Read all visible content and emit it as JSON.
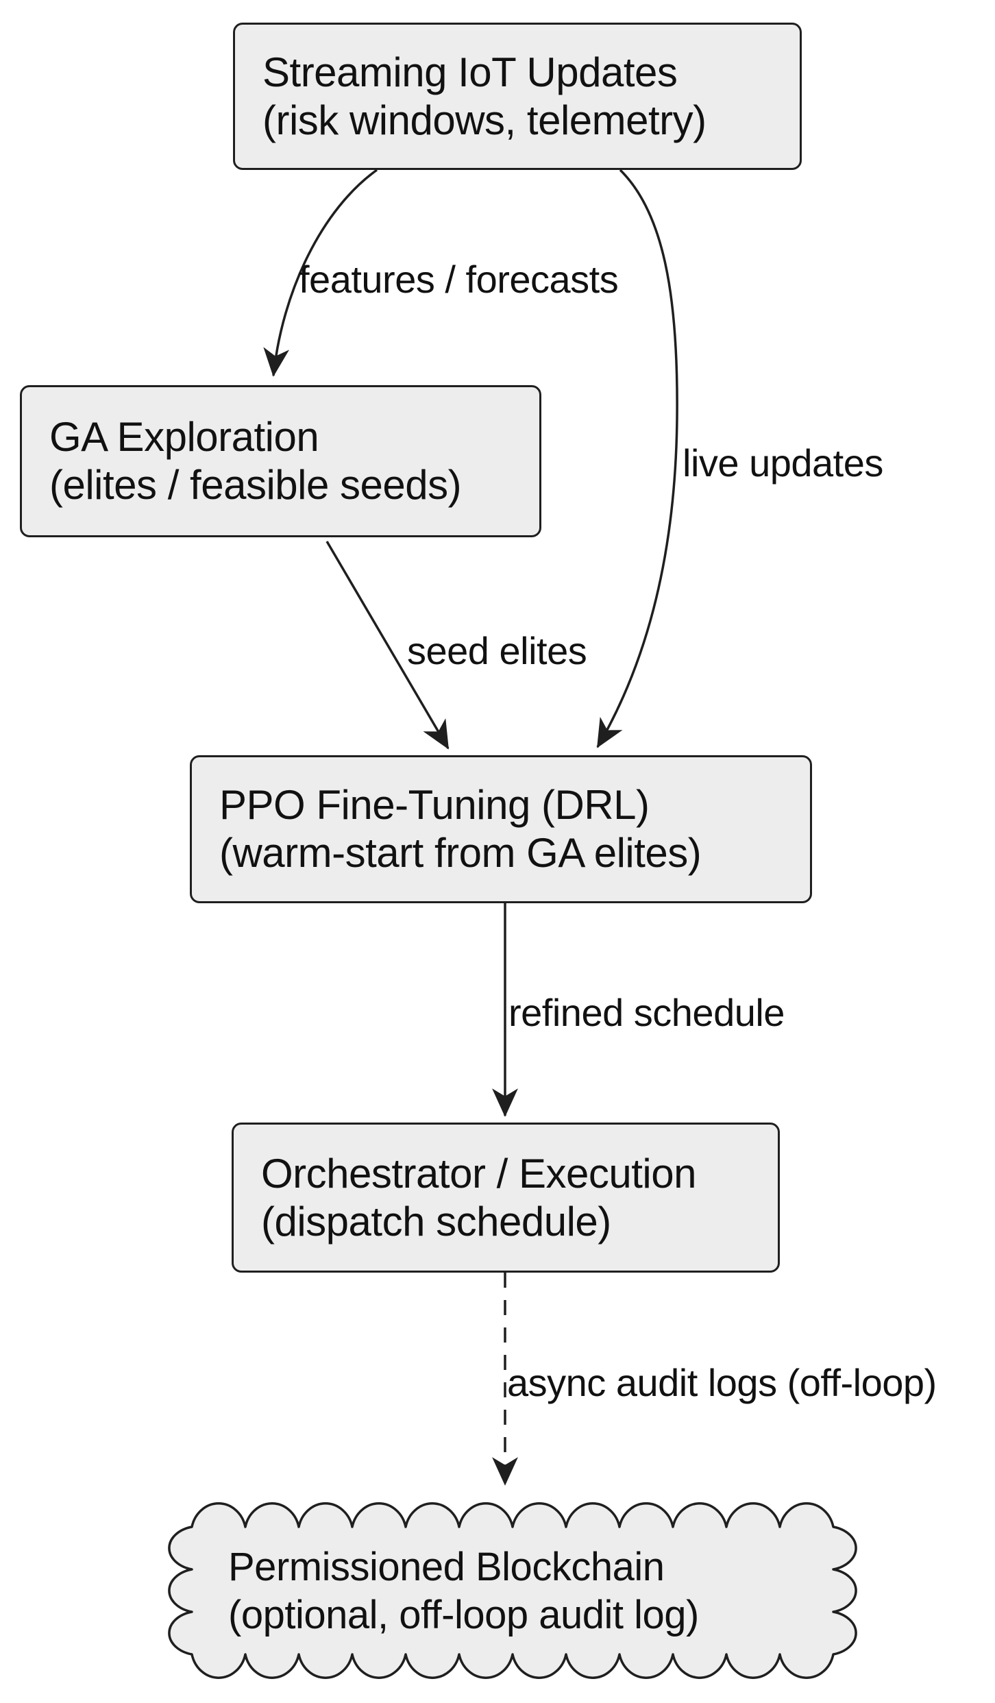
{
  "diagram": {
    "type": "flowchart",
    "direction": "top-down",
    "colors": {
      "background": "#ffffff",
      "node_fill": "#ededed",
      "node_border": "#1f1f1f",
      "edge": "#1f1f1f",
      "text": "#111111"
    },
    "nodes": [
      {
        "id": "streaming-iot",
        "shape": "rounded-rect",
        "line1": "Streaming IoT Updates",
        "line2": "(risk windows, telemetry)"
      },
      {
        "id": "ga-exploration",
        "shape": "rounded-rect",
        "line1": "GA Exploration",
        "line2": "(elites / feasible seeds)"
      },
      {
        "id": "ppo-fine-tuning",
        "shape": "rounded-rect",
        "line1": "PPO Fine-Tuning (DRL)",
        "line2": "(warm-start from GA elites)"
      },
      {
        "id": "orchestrator",
        "shape": "rounded-rect",
        "line1": "Orchestrator / Execution",
        "line2": "(dispatch schedule)"
      },
      {
        "id": "permissioned-blockchain",
        "shape": "cloud",
        "line1": "Permissioned Blockchain",
        "line2": "(optional, off-loop audit log)"
      }
    ],
    "edges": [
      {
        "from": "streaming-iot",
        "to": "ga-exploration",
        "label": "features / forecasts",
        "style": "solid"
      },
      {
        "from": "streaming-iot",
        "to": "ppo-fine-tuning",
        "label": "live updates",
        "style": "solid"
      },
      {
        "from": "ga-exploration",
        "to": "ppo-fine-tuning",
        "label": "seed elites",
        "style": "solid"
      },
      {
        "from": "ppo-fine-tuning",
        "to": "orchestrator",
        "label": "refined schedule",
        "style": "solid"
      },
      {
        "from": "orchestrator",
        "to": "permissioned-blockchain",
        "label": "async audit logs (off-loop)",
        "style": "dashed"
      }
    ]
  }
}
